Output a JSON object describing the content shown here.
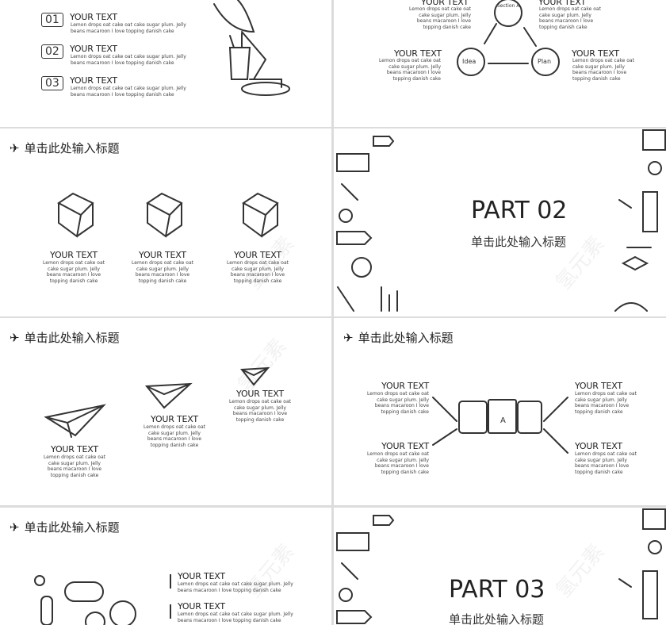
{
  "watermark": "氢元素",
  "slide_title": "单击此处输入标题",
  "common": {
    "your_text": "YOUR TEXT",
    "desc_l1": "Lemon drops oat cake oat",
    "desc_l2": "cake sugar plum. Jelly",
    "desc_l3": "beans macaroon I love",
    "desc_l4": "topping danish cake",
    "wide_l1": "Lemon drops oat cake oat cake sugar plum. Jelly",
    "wide_l2": "beans macaroon I love topping danish cake"
  },
  "slide1": {
    "items": [
      {
        "num": "01"
      },
      {
        "num": "02"
      },
      {
        "num": "03"
      }
    ]
  },
  "slide2": {
    "nodes": [
      "Section A",
      "Idea",
      "Plan"
    ]
  },
  "part02": {
    "heading": "PART 02"
  },
  "part03": {
    "heading": "PART 03"
  }
}
